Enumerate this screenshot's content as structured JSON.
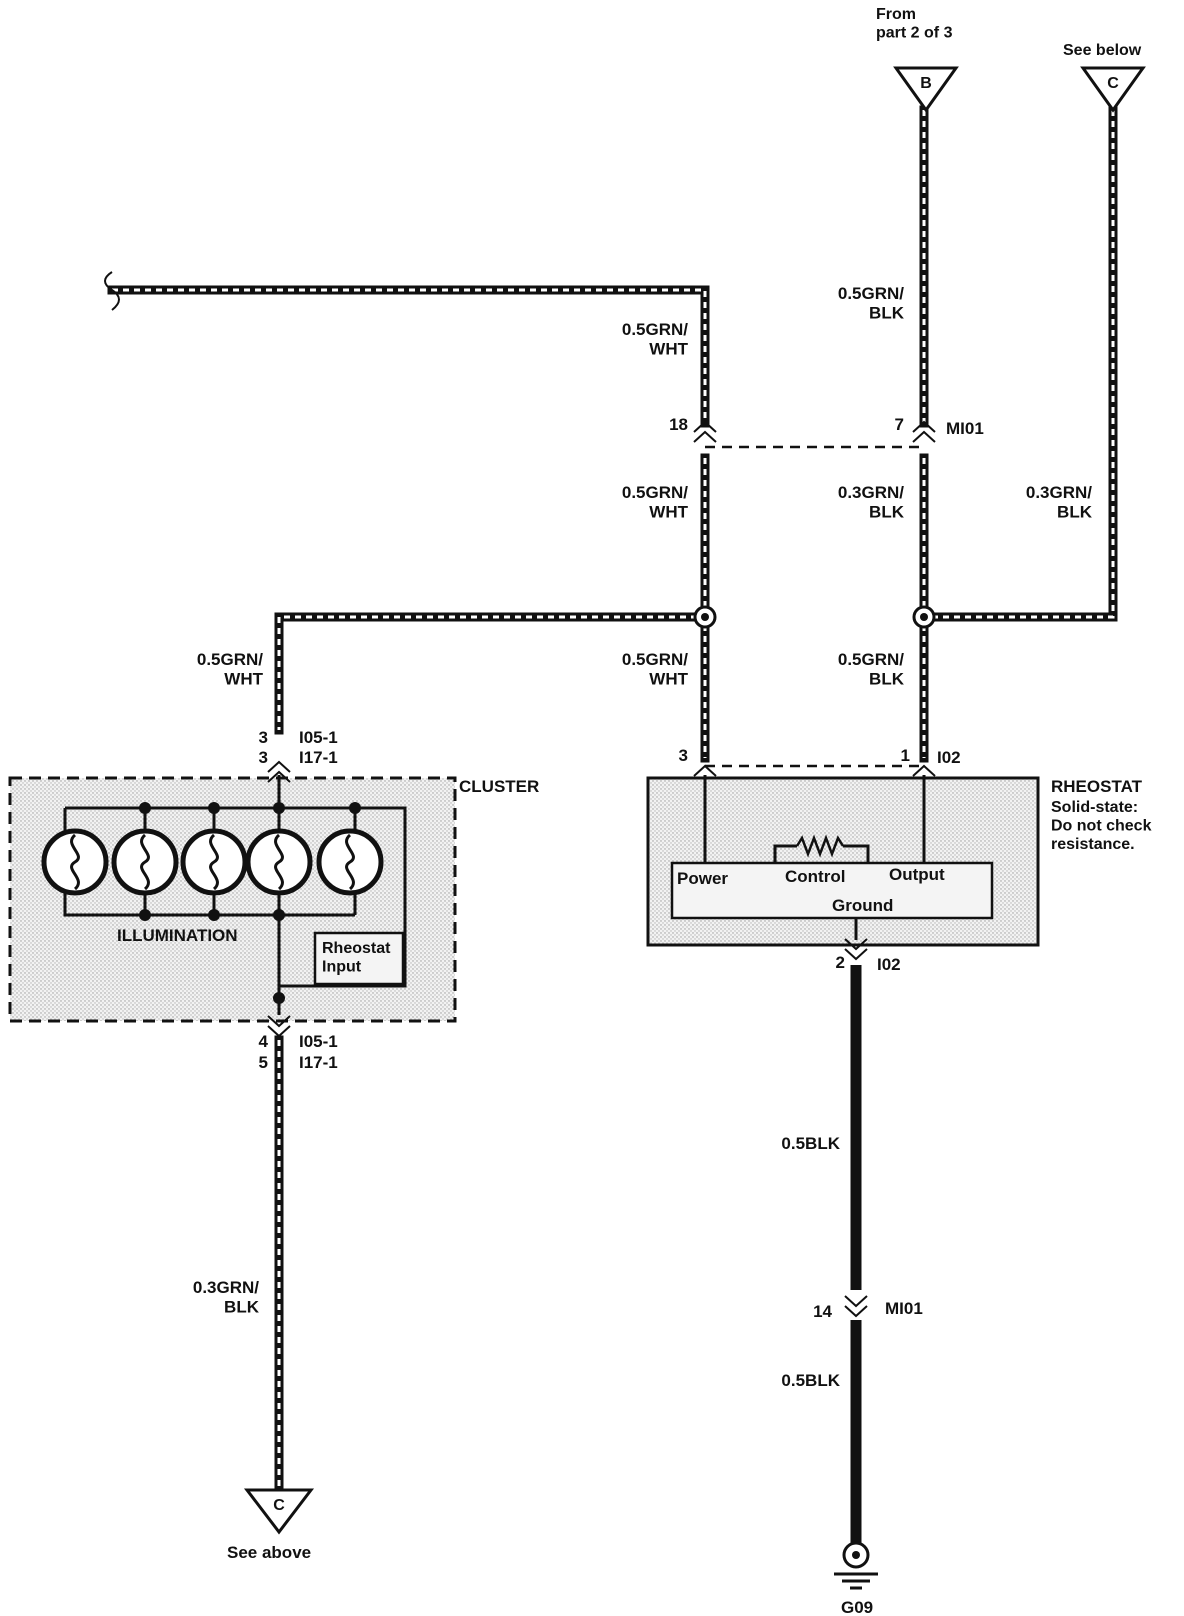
{
  "connectors": {
    "b": {
      "letter": "B",
      "note": "From\npart 2 of 3"
    },
    "c_top": {
      "letter": "C",
      "note": "See below"
    },
    "c_bottom": {
      "letter": "C",
      "note": "See above"
    }
  },
  "wires": {
    "top_left_upper": "0.5GRN/\nWHT",
    "top_left_lower": "0.5GRN/\nWHT",
    "b_upper": "0.5GRN/\nBLK",
    "b_lower": "0.3GRN/\nBLK",
    "c_right": "0.3GRN/\nBLK",
    "splice_left_to_cluster": "0.5GRN/\nWHT",
    "splice_left_to_rheostat": "0.5GRN/\nWHT",
    "splice_right_to_rheostat": "0.5GRN/\nBLK",
    "cluster_out": "0.3GRN/\nBLK",
    "ground_upper": "0.5BLK",
    "ground_lower": "0.5BLK"
  },
  "pins": {
    "mi01_18": "18",
    "mi01_7": "7",
    "mi01_label": "MI01",
    "cluster_in_a": "3",
    "cluster_in_b": "3",
    "cluster_in_conn_a": "I05-1",
    "cluster_in_conn_b": "I17-1",
    "cluster_out_a": "4",
    "cluster_out_b": "5",
    "cluster_out_conn_a": "I05-1",
    "cluster_out_conn_b": "I17-1",
    "rheo_3": "3",
    "rheo_1": "1",
    "rheo_conn_top": "I02",
    "rheo_2": "2",
    "rheo_conn_bottom": "I02",
    "mi01_14": "14",
    "mi01_bottom_label": "MI01"
  },
  "components": {
    "cluster": {
      "title": "CLUSTER",
      "illumination": "ILLUMINATION",
      "rheostat_input": "Rheostat\nInput"
    },
    "rheostat": {
      "title": "RHEOSTAT",
      "note": "Solid-state:\nDo not check\nresistance.",
      "power": "Power",
      "control": "Control",
      "output": "Output",
      "ground": "Ground"
    }
  },
  "ground": {
    "label": "G09"
  }
}
